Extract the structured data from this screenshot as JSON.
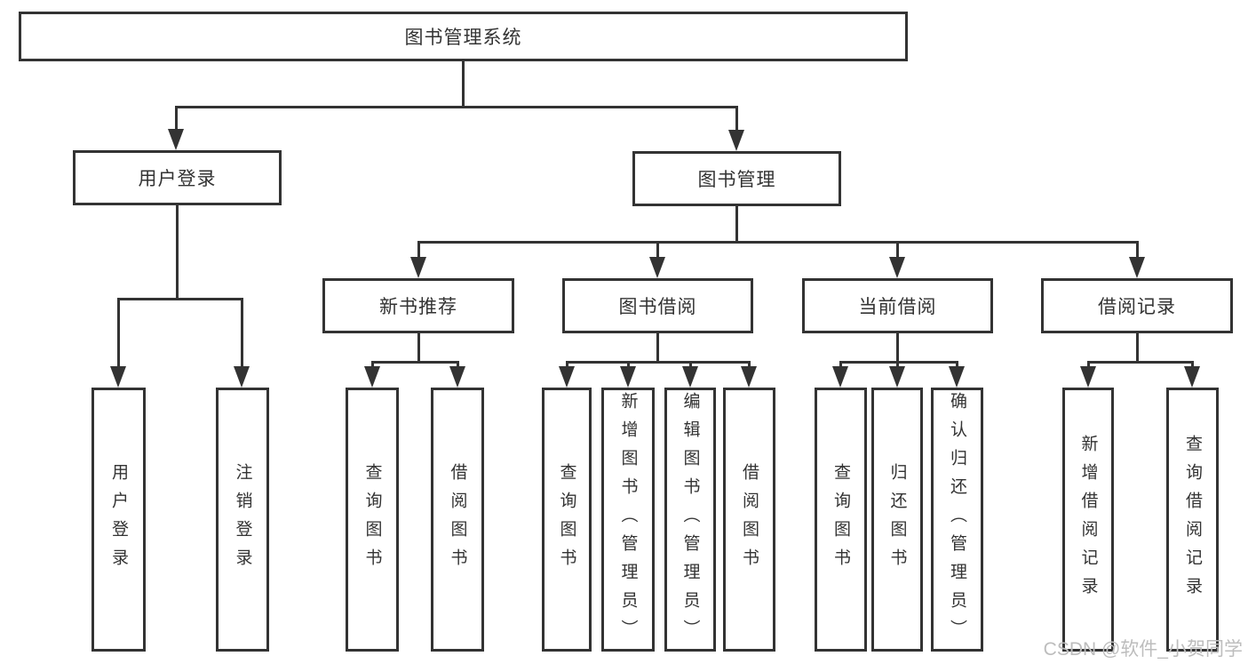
{
  "diagram": {
    "title": "图书管理系统",
    "line_color": "#333333",
    "text_color": "#333333",
    "background": "#ffffff"
  },
  "nodes": {
    "root": {
      "label": "图书管理系统"
    },
    "user_login": {
      "label": "用户登录"
    },
    "book_mgmt": {
      "label": "图书管理"
    },
    "new_book_rec": {
      "label": "新书推荐"
    },
    "book_borrow": {
      "label": "图书借阅"
    },
    "current_borrow": {
      "label": "当前借阅"
    },
    "borrow_records": {
      "label": "借阅记录"
    },
    "leaf_user_login": {
      "label": "用户登录"
    },
    "leaf_logout": {
      "label": "注销登录"
    },
    "nbr_query": {
      "label": "查询图书"
    },
    "nbr_borrow": {
      "label": "借阅图书"
    },
    "bb_query": {
      "label": "查询图书"
    },
    "bb_add": {
      "label": "新增图书（管理员）"
    },
    "bb_edit": {
      "label": "编辑图书（管理员）"
    },
    "bb_borrow": {
      "label": "借阅图书"
    },
    "cb_query": {
      "label": "查询图书"
    },
    "cb_return": {
      "label": "归还图书"
    },
    "cb_confirm": {
      "label": "确认归还（管理员）"
    },
    "br_add": {
      "label": "新增借阅记录"
    },
    "br_query": {
      "label": "查询借阅记录"
    }
  },
  "hierarchy": {
    "root": [
      "user_login",
      "book_mgmt"
    ],
    "user_login": [
      "leaf_user_login",
      "leaf_logout"
    ],
    "book_mgmt": [
      "new_book_rec",
      "book_borrow",
      "current_borrow",
      "borrow_records"
    ],
    "new_book_rec": [
      "nbr_query",
      "nbr_borrow"
    ],
    "book_borrow": [
      "bb_query",
      "bb_add",
      "bb_edit",
      "bb_borrow"
    ],
    "current_borrow": [
      "cb_query",
      "cb_return",
      "cb_confirm"
    ],
    "borrow_records": [
      "br_add",
      "br_query"
    ]
  },
  "watermark": {
    "text": "CSDN @软件_小贺同学",
    "color": "#bdbdbd"
  }
}
